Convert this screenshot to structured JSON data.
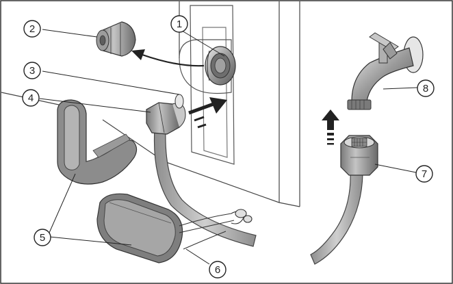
{
  "callouts": [
    {
      "id": "callout-1",
      "label": "1"
    },
    {
      "id": "callout-2",
      "label": "2"
    },
    {
      "id": "callout-3",
      "label": "3"
    },
    {
      "id": "callout-4",
      "label": "4"
    },
    {
      "id": "callout-5",
      "label": "5"
    },
    {
      "id": "callout-6",
      "label": "6"
    },
    {
      "id": "callout-7",
      "label": "7"
    },
    {
      "id": "callout-8",
      "label": "8"
    }
  ],
  "colors": {
    "line": "#333333",
    "part_fill": "#b9b9b9",
    "part_dark": "#6d6d6d",
    "hose_fill": "#a8a8a8",
    "background": "#ffffff"
  }
}
